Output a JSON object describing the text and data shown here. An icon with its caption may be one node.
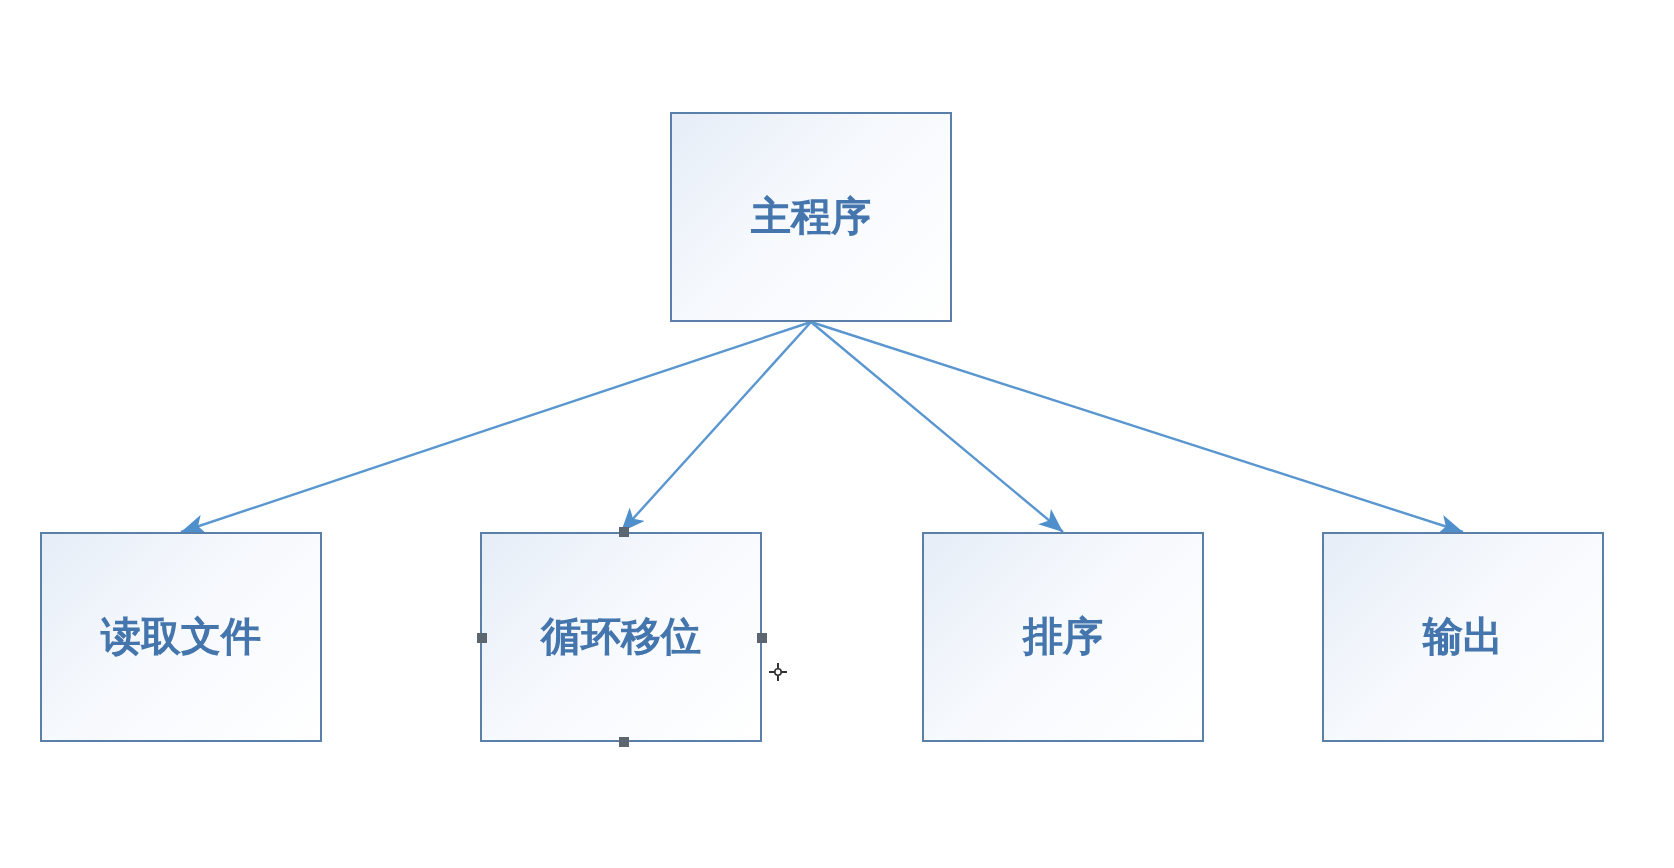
{
  "diagram": {
    "nodes": [
      {
        "text": [
          "主程序"
        ]
      },
      {
        "text": [
          "读取文件"
        ]
      },
      {
        "text": [
          "循环移位"
        ]
      },
      {
        "text": [
          "排序"
        ]
      },
      {
        "text": [
          "输出"
        ]
      }
    ],
    "edges": [
      {
        "from": 0,
        "to": 1,
        "arrow": "to"
      },
      {
        "from": 0,
        "to": 2,
        "arrow": "to"
      },
      {
        "from": 0,
        "to": 3,
        "arrow": "to"
      },
      {
        "from": 0,
        "to": 4,
        "arrow": "to"
      }
    ]
  }
}
